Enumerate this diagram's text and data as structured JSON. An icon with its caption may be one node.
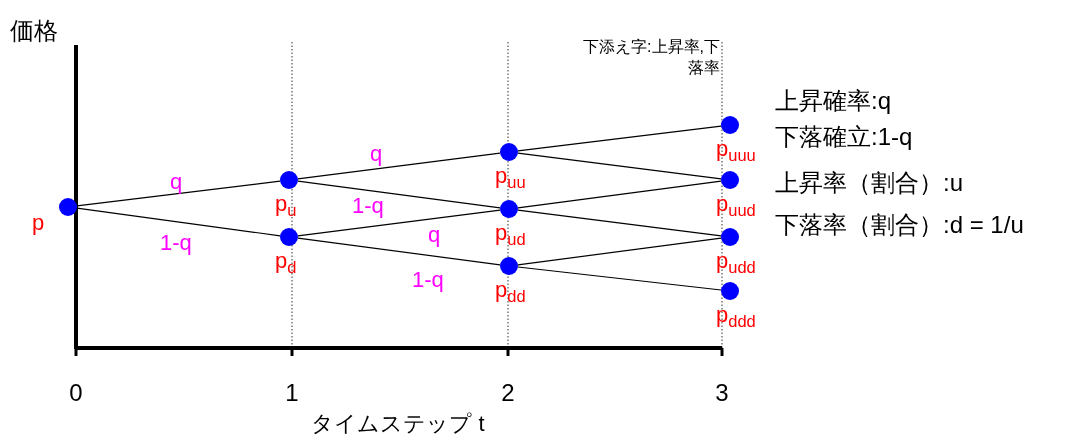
{
  "diagram": {
    "nodes": [
      {
        "text": [],
        "shape": "circle",
        "beside": [
          "p"
        ]
      },
      {
        "text": [],
        "shape": "circle",
        "beside": [
          "p$_{u}$"
        ]
      },
      {
        "text": [],
        "shape": "circle",
        "beside": [
          "p$_{d}$"
        ]
      },
      {
        "text": [],
        "shape": "circle",
        "beside": [
          "p$_{uu}$"
        ]
      },
      {
        "text": [],
        "shape": "circle",
        "beside": [
          "p$_{ud}$"
        ]
      },
      {
        "text": [],
        "shape": "circle",
        "beside": [
          "p$_{dd}$"
        ]
      },
      {
        "text": [],
        "shape": "circle",
        "beside": [
          "p$_{uuu}$"
        ]
      },
      {
        "text": [],
        "shape": "circle",
        "beside": [
          "p$_{uud}$"
        ]
      },
      {
        "text": [],
        "shape": "circle",
        "beside": [
          "p$_{udd}$"
        ]
      },
      {
        "text": [],
        "shape": "circle",
        "beside": [
          "p$_{ddd}$"
        ]
      }
    ],
    "edges": [
      {
        "from": 0,
        "to": 1,
        "arrow": "none",
        "label": "q"
      },
      {
        "from": 0,
        "to": 2,
        "arrow": "none",
        "label": "1-q"
      },
      {
        "from": 1,
        "to": 3,
        "arrow": "none",
        "label": "q"
      },
      {
        "from": 1,
        "to": 4,
        "arrow": "none",
        "label": "1-q"
      },
      {
        "from": 2,
        "to": 4,
        "arrow": "none",
        "label": "q"
      },
      {
        "from": 2,
        "to": 5,
        "arrow": "none",
        "label": "1-q"
      },
      {
        "from": 3,
        "to": 6,
        "arrow": "none"
      },
      {
        "from": 3,
        "to": 7,
        "arrow": "none"
      },
      {
        "from": 4,
        "to": 7,
        "arrow": "none"
      },
      {
        "from": 4,
        "to": 8,
        "arrow": "none"
      },
      {
        "from": 5,
        "to": 8,
        "arrow": "none"
      },
      {
        "from": 5,
        "to": 9,
        "arrow": "none"
      }
    ],
    "labels": [
      "価格",
      "下添え字:上昇率,下落率",
      "上昇確率:q",
      "下落確立:1-q",
      "上昇率（割合）:u",
      "下落率（割合）:d = 1/u",
      "0",
      "1",
      "2",
      "3",
      "タイムステップ t"
    ]
  }
}
